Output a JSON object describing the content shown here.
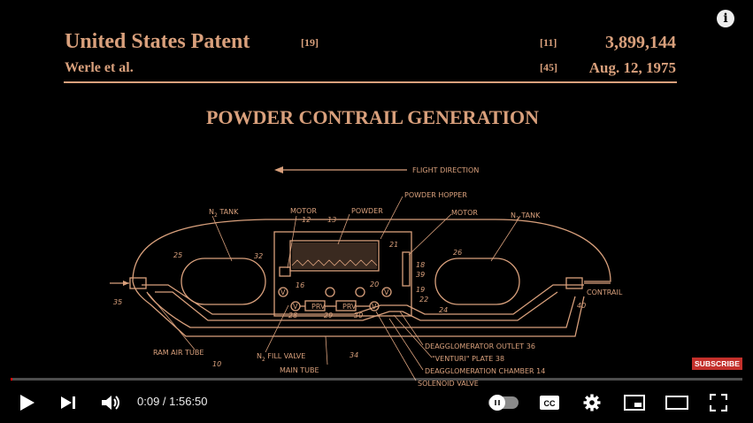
{
  "patent": {
    "office": "United States Patent",
    "bracket_19": "[19]",
    "inventors": "Werle et al.",
    "bracket_11": "[11]",
    "number": "3,899,144",
    "bracket_45": "[45]",
    "date": "Aug. 12, 1975",
    "title": "POWDER CONTRAIL GENERATION"
  },
  "diagram": {
    "flight_direction": "FLIGHT DIRECTION",
    "n2_tank_left": "N",
    "n2_tank_right": "N",
    "n2_sub": "2",
    "tank_word": "TANK",
    "motor_left": "MOTOR",
    "powder": "POWDER",
    "powder_hopper": "POWDER HOPPER",
    "motor_right": "MOTOR",
    "contrail": "CONTRAIL",
    "ram_air_tube": "RAM AIR TUBE",
    "n2_fill_valve_n": "N",
    "fill_valve": "FILL VALVE",
    "main_tube": "MAIN TUBE",
    "deagg_outlet": "DEAGGLOMERATOR OUTLET 36",
    "venturi_plate": "\"VENTURI\" PLATE 38",
    "deagg_chamber": "DEAGGLOMERATION CHAMBER 14",
    "solenoid_valve": "SOLENOID VALVE",
    "prv": "PRV",
    "v": "V",
    "nums": {
      "n12": "12",
      "n13": "13",
      "n25": "25",
      "n32": "32",
      "n26": "26",
      "n21": "21",
      "n18": "18",
      "n39": "39",
      "n19": "19",
      "n22": "22",
      "n24": "24",
      "n35": "35",
      "n40": "40",
      "n16": "16",
      "n20": "20",
      "n28": "28",
      "n29": "29",
      "n30": "30",
      "n10": "10",
      "n34": "34"
    }
  },
  "overlay": {
    "info_label": "i",
    "subscribe_label": "SUBSCRIBE"
  },
  "player": {
    "time_display": "0:09 / 1:56:50",
    "progress": 0.0013,
    "cc_label": "CC"
  },
  "colors": {
    "patent_ink": "#d9a07c",
    "progress_red": "#ff0000",
    "subscribe_red": "#c4302b"
  },
  "icons": [
    "play-icon",
    "next-icon",
    "volume-icon",
    "autoplay-toggle",
    "cc-icon",
    "settings-icon",
    "miniplayer-icon",
    "theater-icon",
    "fullscreen-icon",
    "info-icon"
  ]
}
